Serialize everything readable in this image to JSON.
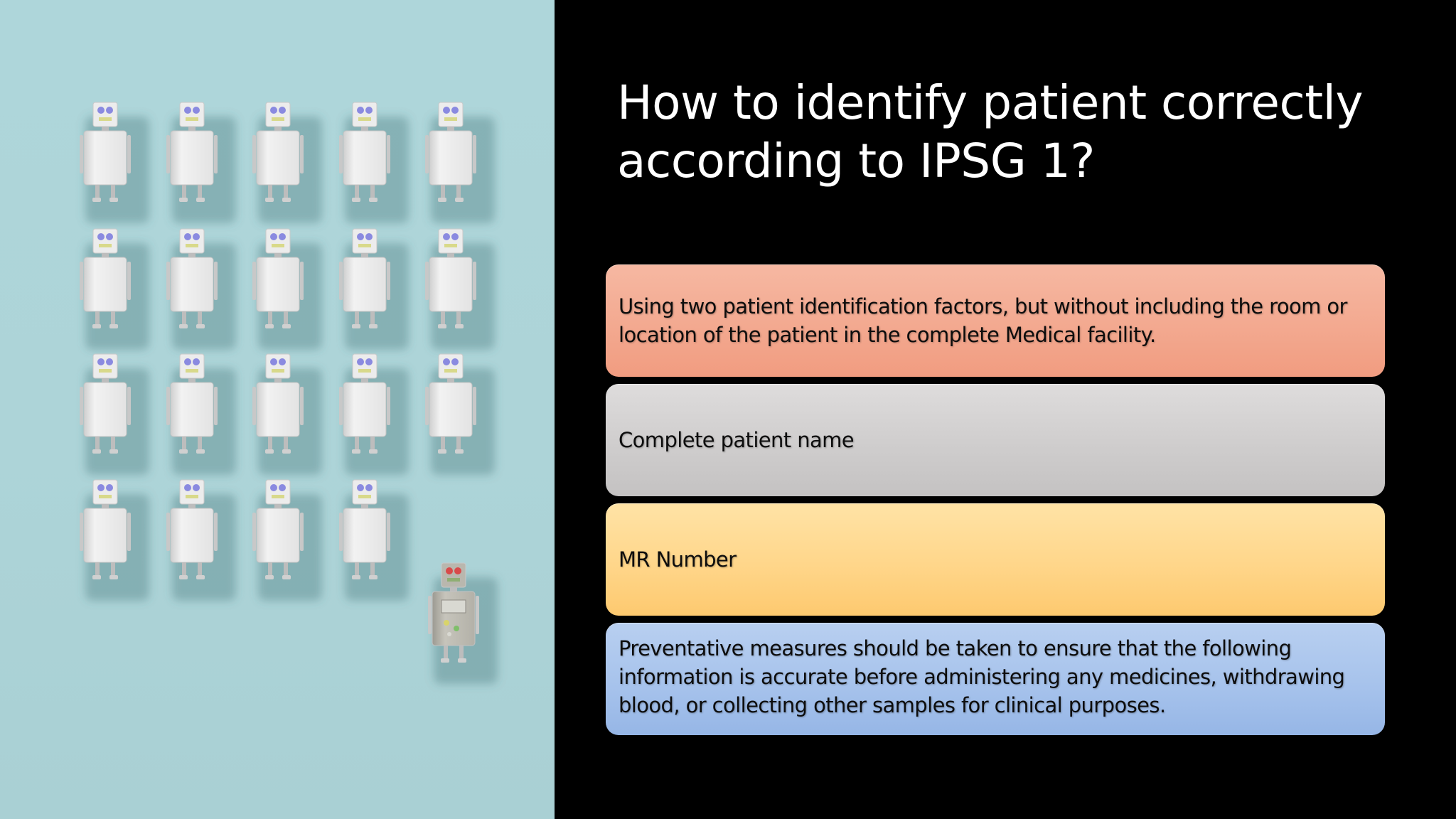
{
  "slide": {
    "title": "How to identify patient correctly according to IPSG 1?",
    "image": {
      "description_icon": "robot-icon",
      "background_color": "#aed6da"
    },
    "boxes": [
      {
        "text": "Using two patient identification factors, but without including the room or location of the patient in the complete Medical facility.",
        "color": "#f3a990"
      },
      {
        "text": "Complete patient name",
        "color": "#cfcdcd"
      },
      {
        "text": "MR Number",
        "color": "#ffd68a"
      },
      {
        "text": "Preventative measures should be taken to ensure that the following information is accurate before administering any medicines, withdrawing blood, or collecting other samples for clinical purposes.",
        "color": "#a7c3ec"
      }
    ]
  }
}
